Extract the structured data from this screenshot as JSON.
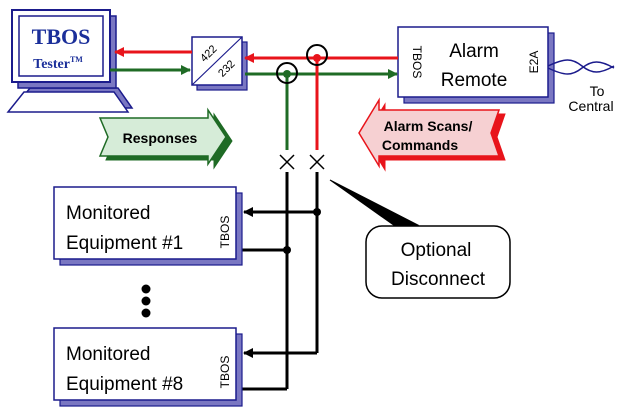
{
  "tester": {
    "title": "TBOS",
    "subtitle": "Tester",
    "trademark": "TM"
  },
  "converter": {
    "top_label": "422",
    "bottom_label": "232"
  },
  "alarm_remote": {
    "line1": "Alarm",
    "line2": "Remote",
    "port_left": "TBOS",
    "port_right": "E2A"
  },
  "to_central": {
    "line1": "To",
    "line2": "Central"
  },
  "responses_arrow": {
    "label": "Responses"
  },
  "commands_arrow": {
    "line1": "Alarm Scans/",
    "line2": "Commands"
  },
  "equipment": [
    {
      "line1": "Monitored",
      "line2": "Equipment #1",
      "port": "TBOS"
    },
    {
      "line1": "Monitored",
      "line2": "Equipment #8",
      "port": "TBOS"
    }
  ],
  "optional_disconnect": {
    "line1": "Optional",
    "line2": "Disconnect"
  },
  "colors": {
    "red_line": "#e8141b",
    "green_line": "#1f6b25",
    "navy_outline": "#1b1b8c",
    "tester_blue": "#1b2f9a",
    "tester_shadow": "#7a77c2",
    "arrow_green_fill": "#d6ecd8",
    "arrow_red_fill": "#f6d0d2",
    "line_black": "#000000"
  }
}
